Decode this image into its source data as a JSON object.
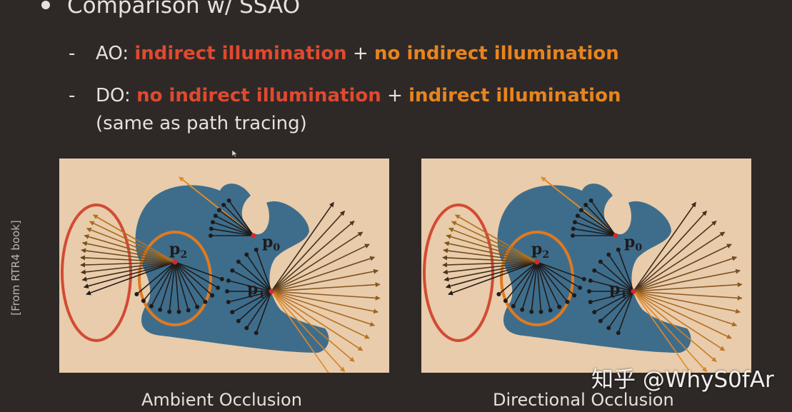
{
  "bullet": {
    "text": "Comparison w/ SSAO"
  },
  "ao_line": {
    "dash": "-",
    "prefix": "AO:",
    "term1": "indirect illumination",
    "plus": "+",
    "term2": "no indirect illumination"
  },
  "do_line": {
    "dash": "-",
    "prefix": "DO:",
    "term1": "no indirect illumination",
    "plus": "+",
    "term2": "indirect illumination",
    "continuation": "(same as path tracing)"
  },
  "side_note": "[From RTR4 book]",
  "figures": [
    {
      "caption": "Ambient Occlusion",
      "labels": {
        "p0": "p",
        "p0_sub": "0",
        "p1": "p",
        "p1_sub": "1",
        "p2": "p",
        "p2_sub": "2"
      }
    },
    {
      "caption": "Directional Occlusion",
      "labels": {
        "p0": "p",
        "p0_sub": "0",
        "p1": "p",
        "p1_sub": "1",
        "p2": "p",
        "p2_sub": "2"
      }
    }
  ],
  "watermark": "知乎 @WhyS0fAr",
  "colors": {
    "background": "#2e2927",
    "red_text": "#e0492f",
    "orange_text": "#e8841e",
    "panel_bg": "#e9ccab",
    "blob": "#3e6d8b",
    "ellipse_red": "#d24b35",
    "ellipse_orange": "#e07a20"
  }
}
